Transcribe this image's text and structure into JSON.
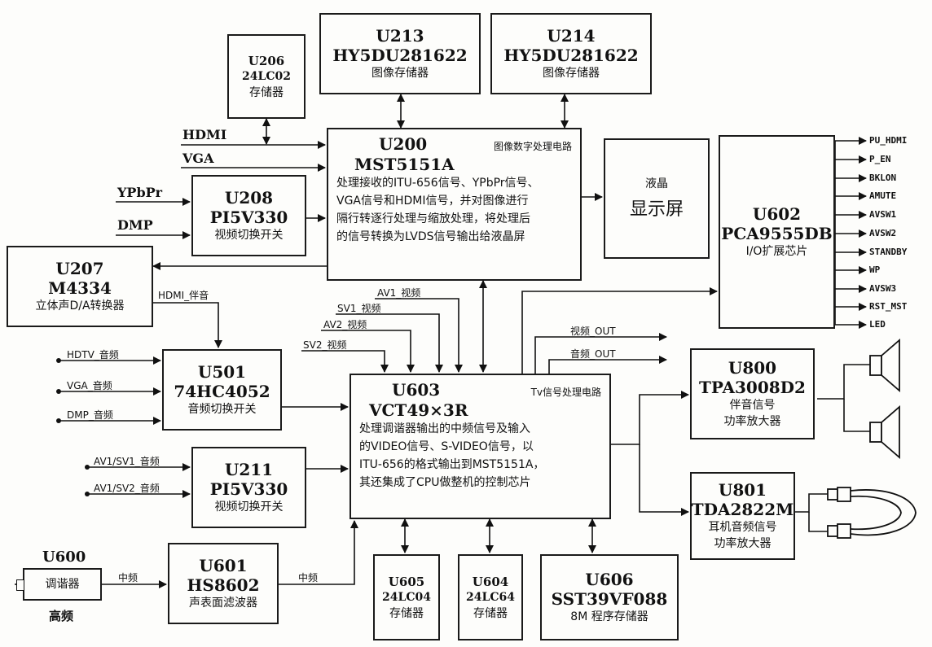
{
  "blocks": {
    "u206": {
      "id": "U206",
      "part": "24LC02",
      "desc": "存储器"
    },
    "u213": {
      "id": "U213",
      "part": "HY5DU281622",
      "desc": "图像存储器"
    },
    "u214": {
      "id": "U214",
      "part": "HY5DU281622",
      "desc": "图像存储器"
    },
    "u200": {
      "id": "U200",
      "part": "MST5151A",
      "title": "图像数字处理电路",
      "lines": [
        "处理接收的ITU-656信号、YPbPr信号、",
        "VGA信号和HDMI信号，并对图像进行",
        "隔行转逐行处理与缩放处理，将处理后",
        "的信号转换为LVDS信号输出给液晶屏"
      ]
    },
    "lcd": {
      "line1": "液晶",
      "line2": "显示屏"
    },
    "u602": {
      "id": "U602",
      "part": "PCA9555DB",
      "desc": "I/O扩展芯片"
    },
    "u208": {
      "id": "U208",
      "part": "PI5V330",
      "desc": "视频切换开关"
    },
    "u207": {
      "id": "U207",
      "part": "M4334",
      "desc": "立体声D/A转换器"
    },
    "u501": {
      "id": "U501",
      "part": "74HC4052",
      "desc": "音频切换开关"
    },
    "u603": {
      "id": "U603",
      "part": "VCT49×3R",
      "title": "Tv信号处理电路",
      "lines": [
        "处理调谐器输出的中频信号及输入",
        "的VIDEO信号、S-VIDEO信号，以",
        "ITU-656的格式输出到MST5151A，",
        "其还集成了CPU做整机的控制芯片"
      ]
    },
    "u800": {
      "id": "U800",
      "part": "TPA3008D2",
      "desc1": "伴音信号",
      "desc2": "功率放大器"
    },
    "u211": {
      "id": "U211",
      "part": "PI5V330",
      "desc": "视频切换开关"
    },
    "u801": {
      "id": "U801",
      "part": "TDA2822M",
      "desc1": "耳机音频信号",
      "desc2": "功率放大器"
    },
    "u600": {
      "id": "U600",
      "inner": "调谐器",
      "below": "高频"
    },
    "u601": {
      "id": "U601",
      "part": "HS8602",
      "desc": "声表面滤波器"
    },
    "u605": {
      "id": "U605",
      "part": "24LC04",
      "desc": "存储器"
    },
    "u604": {
      "id": "U604",
      "part": "24LC64",
      "desc": "存储器"
    },
    "u606": {
      "id": "U606",
      "part": "SST39VF088",
      "desc": "8M 程序存储器"
    }
  },
  "inputs": {
    "hdmi": "HDMI",
    "vga": "VGA",
    "ypbpr": "YPbPr",
    "dmp": "DMP"
  },
  "signals": {
    "hdmi_audio": "HDMI_伴音",
    "av1_video": "AV1_视频",
    "sv1_video": "SV1_视频",
    "av2_video": "AV2_视频",
    "sv2_video": "SV2_视频",
    "video_out": "视频_OUT",
    "audio_out": "音频_OUT",
    "hdtv_audio": "HDTV_音频",
    "vga_audio": "VGA_音频",
    "dmp_audio": "DMP_音频",
    "av1sv1_audio": "AV1/SV1_音频",
    "av1sv2_audio": "AV1/SV2_音频",
    "if1": "中频",
    "if2": "中频"
  },
  "io_outputs": [
    "PU_HDMI",
    "P_EN",
    "BKLON",
    "AMUTE",
    "AVSW1",
    "AVSW2",
    "STANDBY",
    "WP",
    "AVSW3",
    "RST_MST",
    "LED"
  ]
}
